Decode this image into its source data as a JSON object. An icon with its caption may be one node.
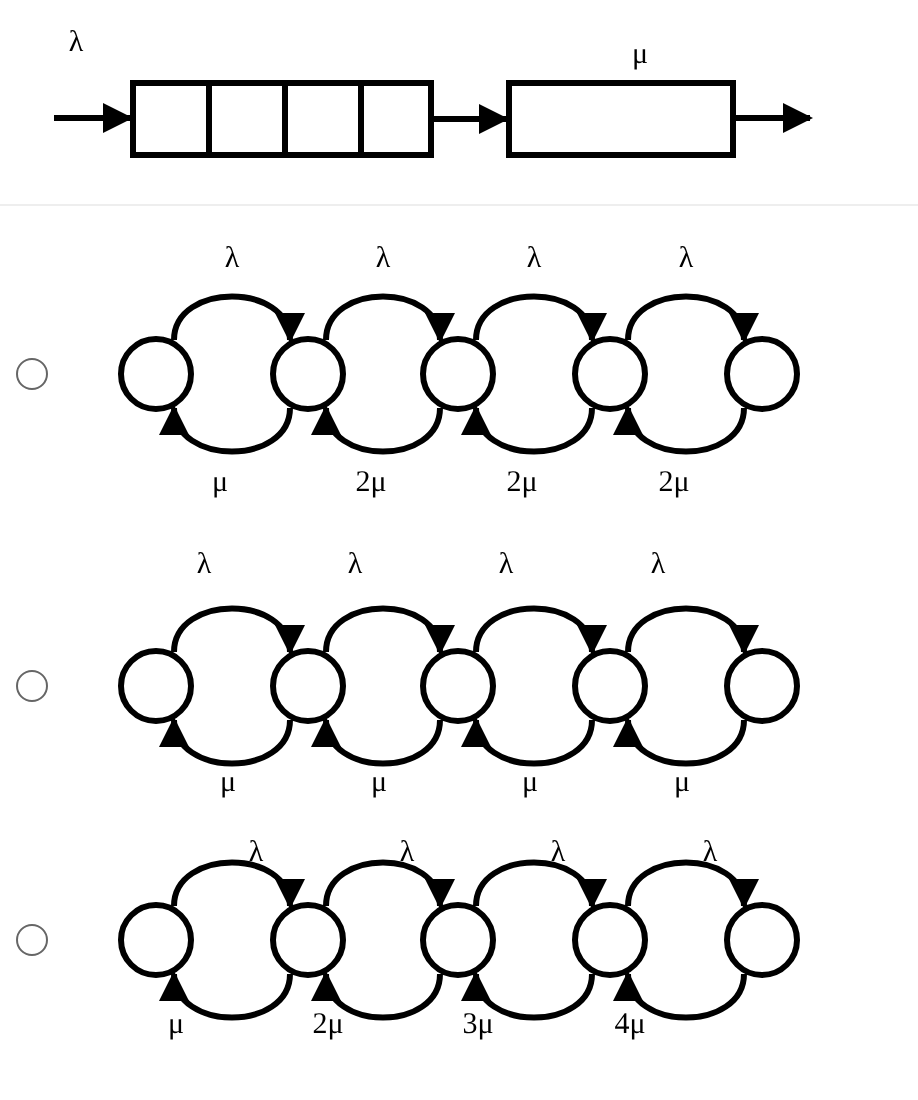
{
  "diagram": {
    "nodes": [
      {
        "text": [],
        "shape": "box"
      },
      {
        "text": [],
        "shape": "box",
        "beside": [
          "μ"
        ]
      },
      {
        "text": [],
        "shape": "circle"
      },
      {
        "text": [],
        "shape": "circle"
      },
      {
        "text": [],
        "shape": "circle"
      },
      {
        "text": [],
        "shape": "circle"
      },
      {
        "text": [],
        "shape": "circle"
      },
      {
        "text": [],
        "shape": "circle"
      },
      {
        "text": [],
        "shape": "circle"
      },
      {
        "text": [],
        "shape": "circle"
      },
      {
        "text": [],
        "shape": "circle"
      },
      {
        "text": [],
        "shape": "circle"
      },
      {
        "text": [],
        "shape": "circle"
      },
      {
        "text": [],
        "shape": "circle"
      },
      {
        "text": [],
        "shape": "circle"
      },
      {
        "text": [],
        "shape": "circle"
      },
      {
        "text": [],
        "shape": "circle"
      }
    ],
    "edges": [
      {
        "from": null,
        "to": 0,
        "arrow": "to",
        "label": "λ"
      },
      {
        "from": 0,
        "to": 1,
        "arrow": "to"
      },
      {
        "from": 1,
        "to": null,
        "arrow": "to"
      },
      {
        "from": 2,
        "to": 3,
        "arrow": "to",
        "label": "λ"
      },
      {
        "from": 3,
        "to": 2,
        "arrow": "to",
        "label": "μ"
      },
      {
        "from": 3,
        "to": 4,
        "arrow": "to",
        "label": "λ"
      },
      {
        "from": 4,
        "to": 3,
        "arrow": "to",
        "label": "2μ"
      },
      {
        "from": 4,
        "to": 5,
        "arrow": "to",
        "label": "λ"
      },
      {
        "from": 5,
        "to": 4,
        "arrow": "to",
        "label": "2μ"
      },
      {
        "from": 5,
        "to": 6,
        "arrow": "to",
        "label": "λ"
      },
      {
        "from": 6,
        "to": 5,
        "arrow": "to",
        "label": "2μ"
      },
      {
        "from": 7,
        "to": 8,
        "arrow": "to",
        "label": "λ"
      },
      {
        "from": 8,
        "to": 7,
        "arrow": "to",
        "label": "μ"
      },
      {
        "from": 8,
        "to": 9,
        "arrow": "to",
        "label": "λ"
      },
      {
        "from": 9,
        "to": 8,
        "arrow": "to",
        "label": "μ"
      },
      {
        "from": 9,
        "to": 10,
        "arrow": "to",
        "label": "λ"
      },
      {
        "from": 10,
        "to": 9,
        "arrow": "to",
        "label": "μ"
      },
      {
        "from": 10,
        "to": 11,
        "arrow": "to",
        "label": "λ"
      },
      {
        "from": 11,
        "to": 10,
        "arrow": "to",
        "label": "μ"
      },
      {
        "from": 12,
        "to": 13,
        "arrow": "to",
        "label": "λ"
      },
      {
        "from": 13,
        "to": 12,
        "arrow": "to",
        "label": "μ"
      },
      {
        "from": 13,
        "to": 14,
        "arrow": "to",
        "label": "λ"
      },
      {
        "from": 14,
        "to": 13,
        "arrow": "to",
        "label": "2μ"
      },
      {
        "from": 14,
        "to": 15,
        "arrow": "to",
        "label": "λ"
      },
      {
        "from": 15,
        "to": 14,
        "arrow": "to",
        "label": "3μ"
      },
      {
        "from": 15,
        "to": 16,
        "arrow": "to",
        "label": "λ"
      },
      {
        "from": 16,
        "to": 15,
        "arrow": "to",
        "label": "4μ"
      }
    ]
  }
}
